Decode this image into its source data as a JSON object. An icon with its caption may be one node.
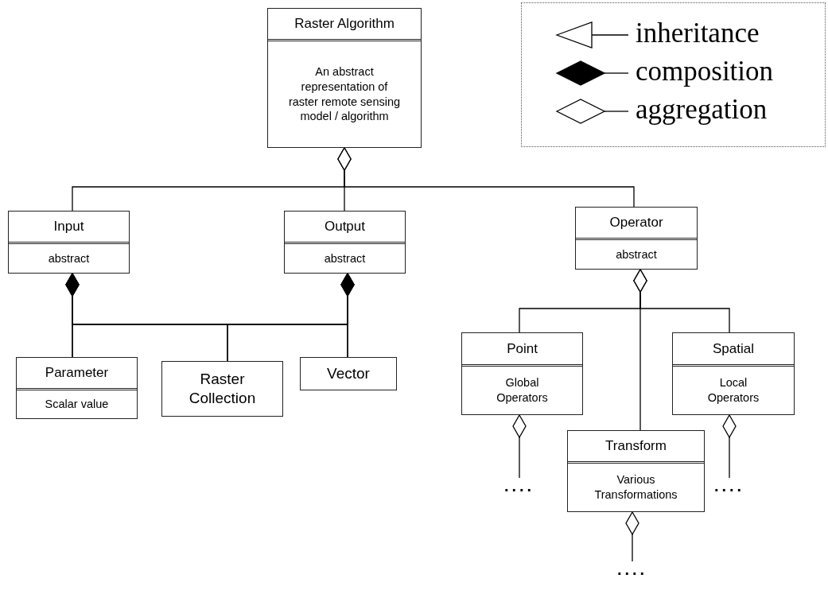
{
  "diagram": {
    "nodes": [
      {
        "text": [
          "Raster Algorithm",
          "An abstract representation of raster remote sensing model / algorithm"
        ]
      },
      {
        "text": [
          "Input",
          "abstract"
        ]
      },
      {
        "text": [
          "Output",
          "abstract"
        ]
      },
      {
        "text": [
          "Operator",
          "abstract"
        ]
      },
      {
        "text": [
          "Parameter",
          "Scalar value"
        ]
      },
      {
        "text": [
          "Raster Collection"
        ]
      },
      {
        "text": [
          "Vector"
        ]
      },
      {
        "text": [
          "Point",
          "Global Operators"
        ]
      },
      {
        "text": [
          "Spatial",
          "Local Operators"
        ]
      },
      {
        "text": [
          "Transform",
          "Various Transformations"
        ]
      },
      {
        "text": [
          "...."
        ]
      },
      {
        "text": [
          "...."
        ]
      },
      {
        "text": [
          "...."
        ]
      }
    ],
    "edges": [
      {
        "from": 0,
        "to": 1,
        "arrow": "other"
      },
      {
        "from": 0,
        "to": 2,
        "arrow": "other"
      },
      {
        "from": 0,
        "to": 3,
        "arrow": "other"
      },
      {
        "from": 1,
        "to": 4,
        "arrow": "other"
      },
      {
        "from": 1,
        "to": 5,
        "arrow": "other"
      },
      {
        "from": 1,
        "to": 6,
        "arrow": "other"
      },
      {
        "from": 2,
        "to": 4,
        "arrow": "other"
      },
      {
        "from": 2,
        "to": 5,
        "arrow": "other"
      },
      {
        "from": 2,
        "to": 6,
        "arrow": "other"
      },
      {
        "from": 3,
        "to": 7,
        "arrow": "other"
      },
      {
        "from": 3,
        "to": 8,
        "arrow": "other"
      },
      {
        "from": 3,
        "to": 9,
        "arrow": "other"
      },
      {
        "from": 7,
        "to": 10,
        "arrow": "other"
      },
      {
        "from": 8,
        "to": 11,
        "arrow": "other"
      },
      {
        "from": 9,
        "to": 12,
        "arrow": "other"
      }
    ],
    "legend": [
      {
        "text": "inheritance"
      },
      {
        "text": "composition"
      },
      {
        "text": "aggregation"
      }
    ]
  }
}
